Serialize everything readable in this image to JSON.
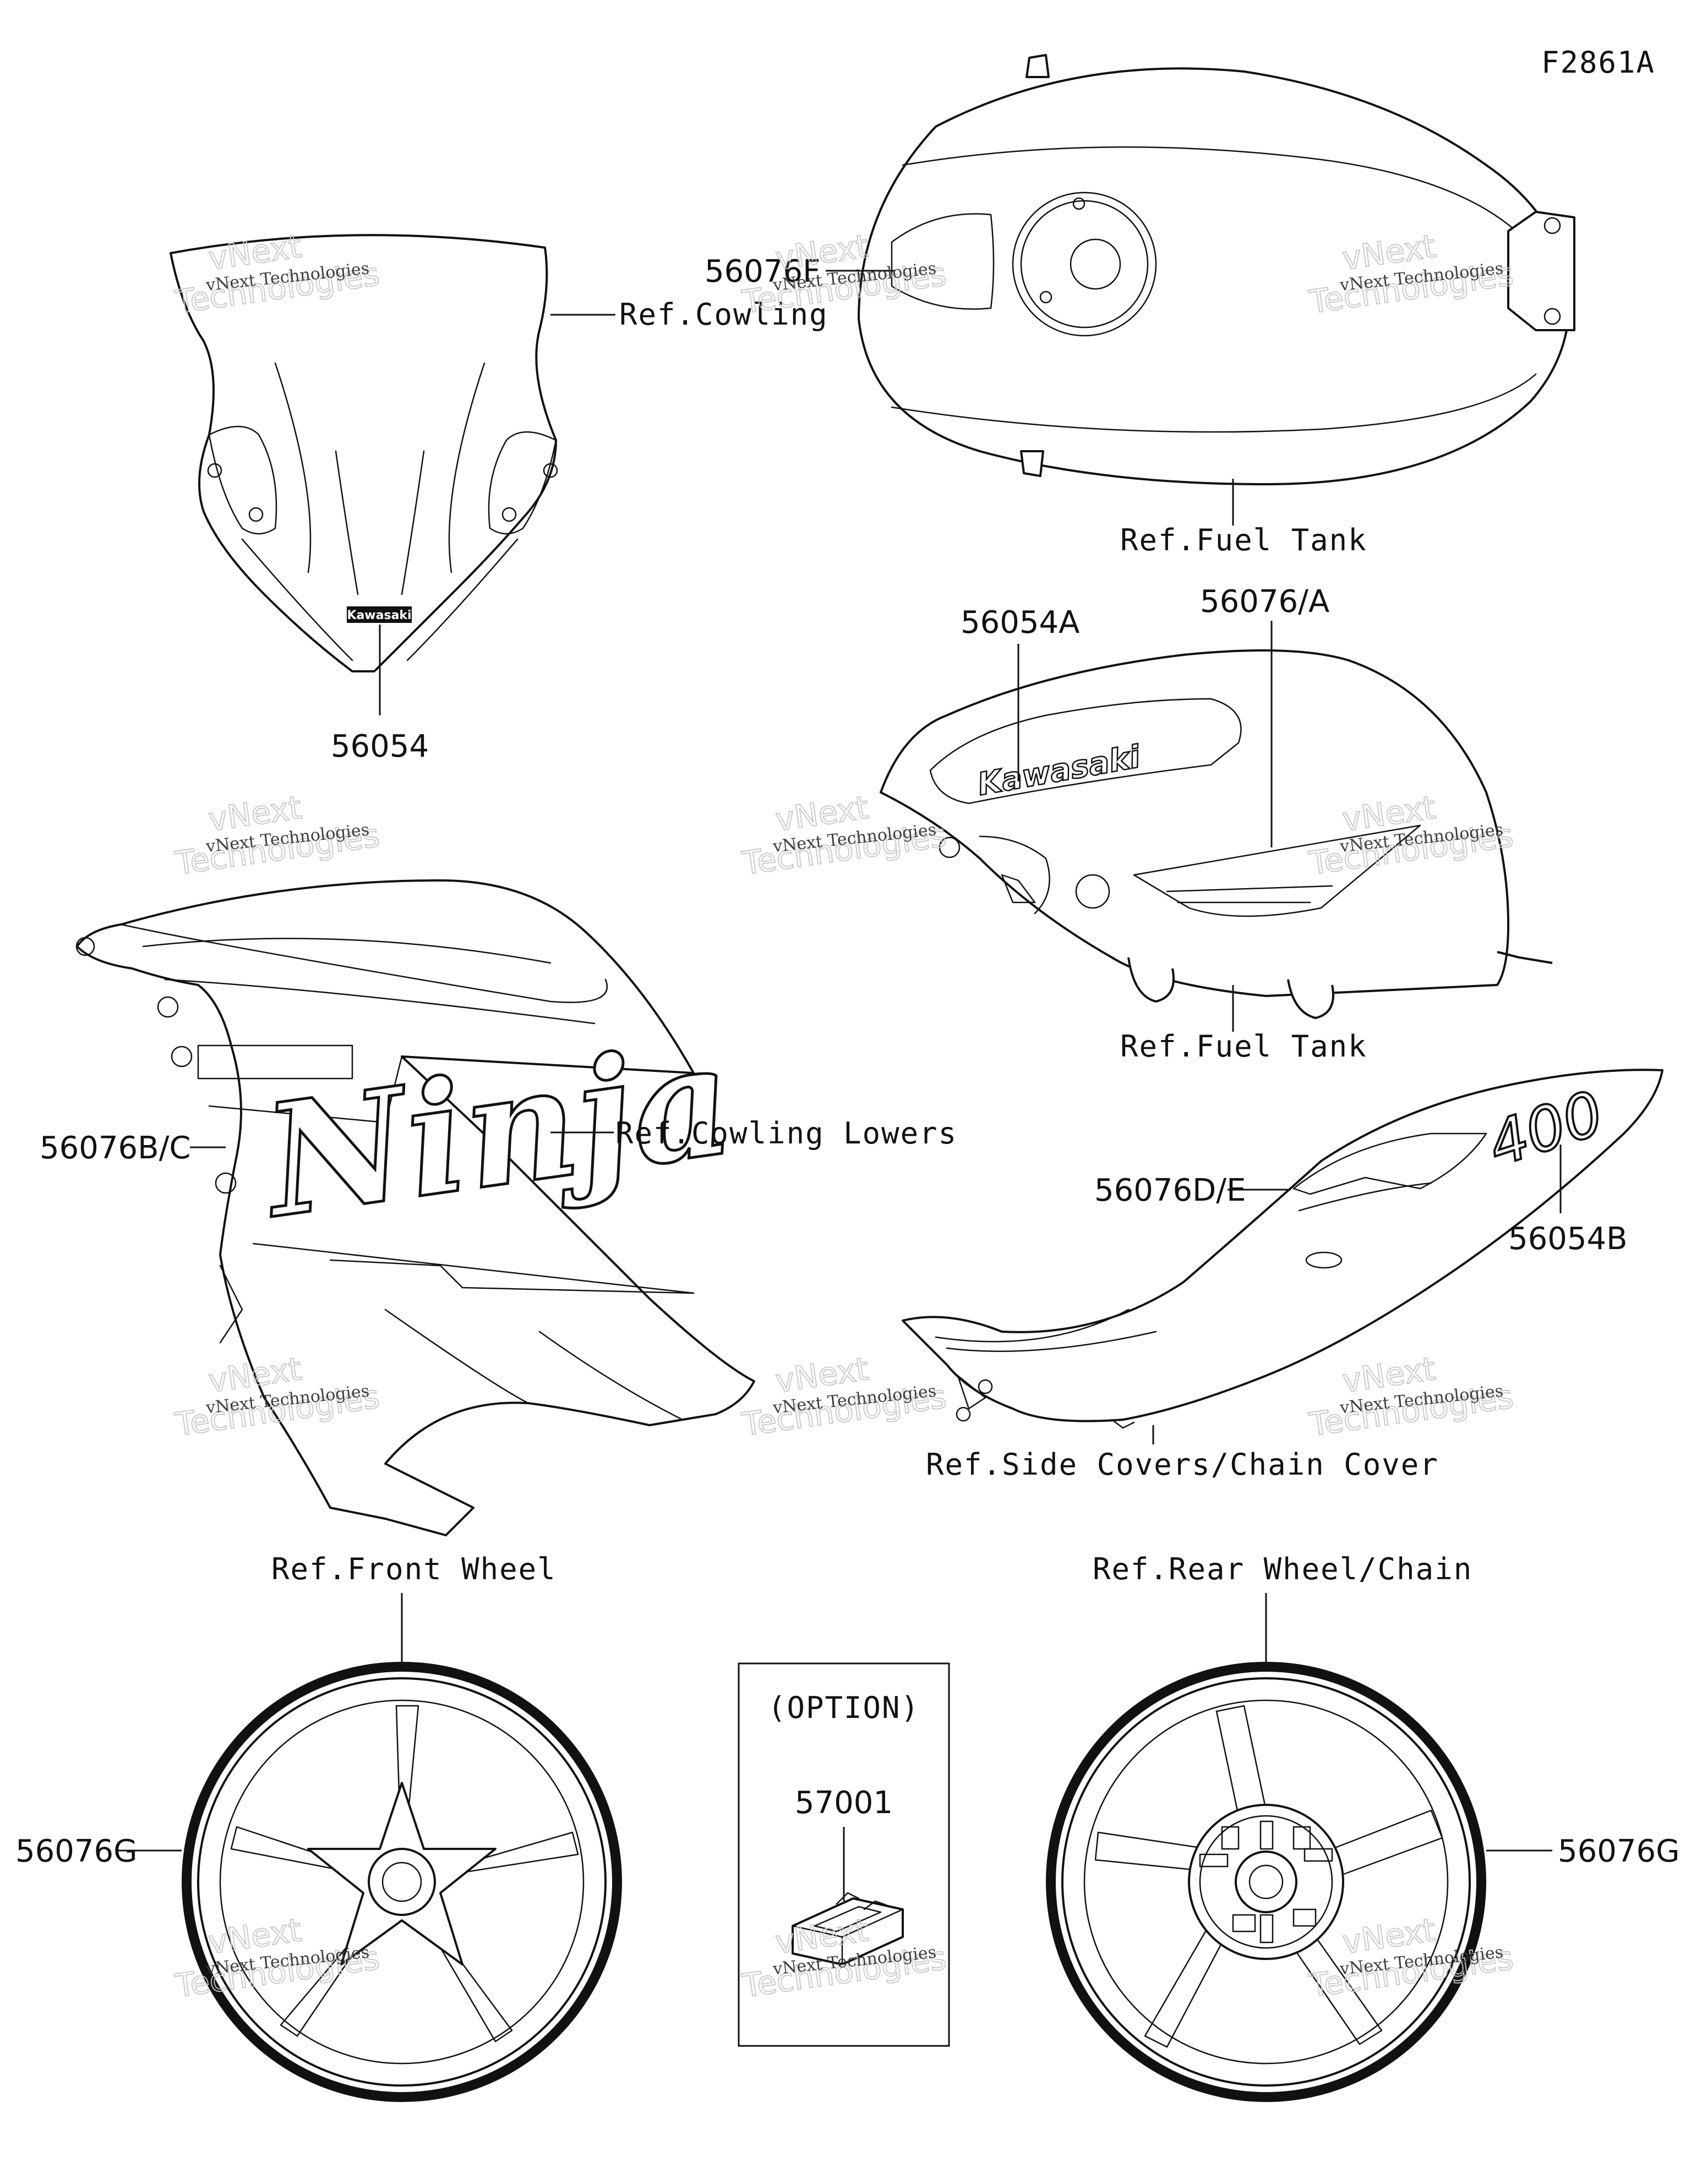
{
  "figure_id": "F2861A",
  "references": {
    "cowling": "Ref.Cowling",
    "fuel_tank_top": "Ref.Fuel Tank",
    "fuel_tank_side": "Ref.Fuel Tank",
    "cowling_lowers": "Ref.Cowling Lowers",
    "side_covers": "Ref.Side Covers/Chain Cover",
    "front_wheel": "Ref.Front Wheel",
    "rear_wheel": "Ref.Rear Wheel/Chain"
  },
  "part_numbers": {
    "windshield_decal": "56054",
    "tank_top_decal": "56076F",
    "tank_emblem": "56054A",
    "tank_stripe": "56076/A",
    "cowling_decal": "56076B/C",
    "side_cover_decal": "56076D/E",
    "side_cover_emblem": "56054B",
    "front_wheel_stripe": "56076G",
    "rear_wheel_stripe": "56076G",
    "option_part": "57001"
  },
  "option_box": {
    "title": "(OPTION)"
  },
  "artwork_text": {
    "windshield_brand": "Kawasaki",
    "tank_brand": "Kawasaki",
    "model_name": "Ninja",
    "displacement": "400"
  },
  "watermark": {
    "line1": "vNext Technologies",
    "line2": "Technologies",
    "line3": "vNext"
  }
}
